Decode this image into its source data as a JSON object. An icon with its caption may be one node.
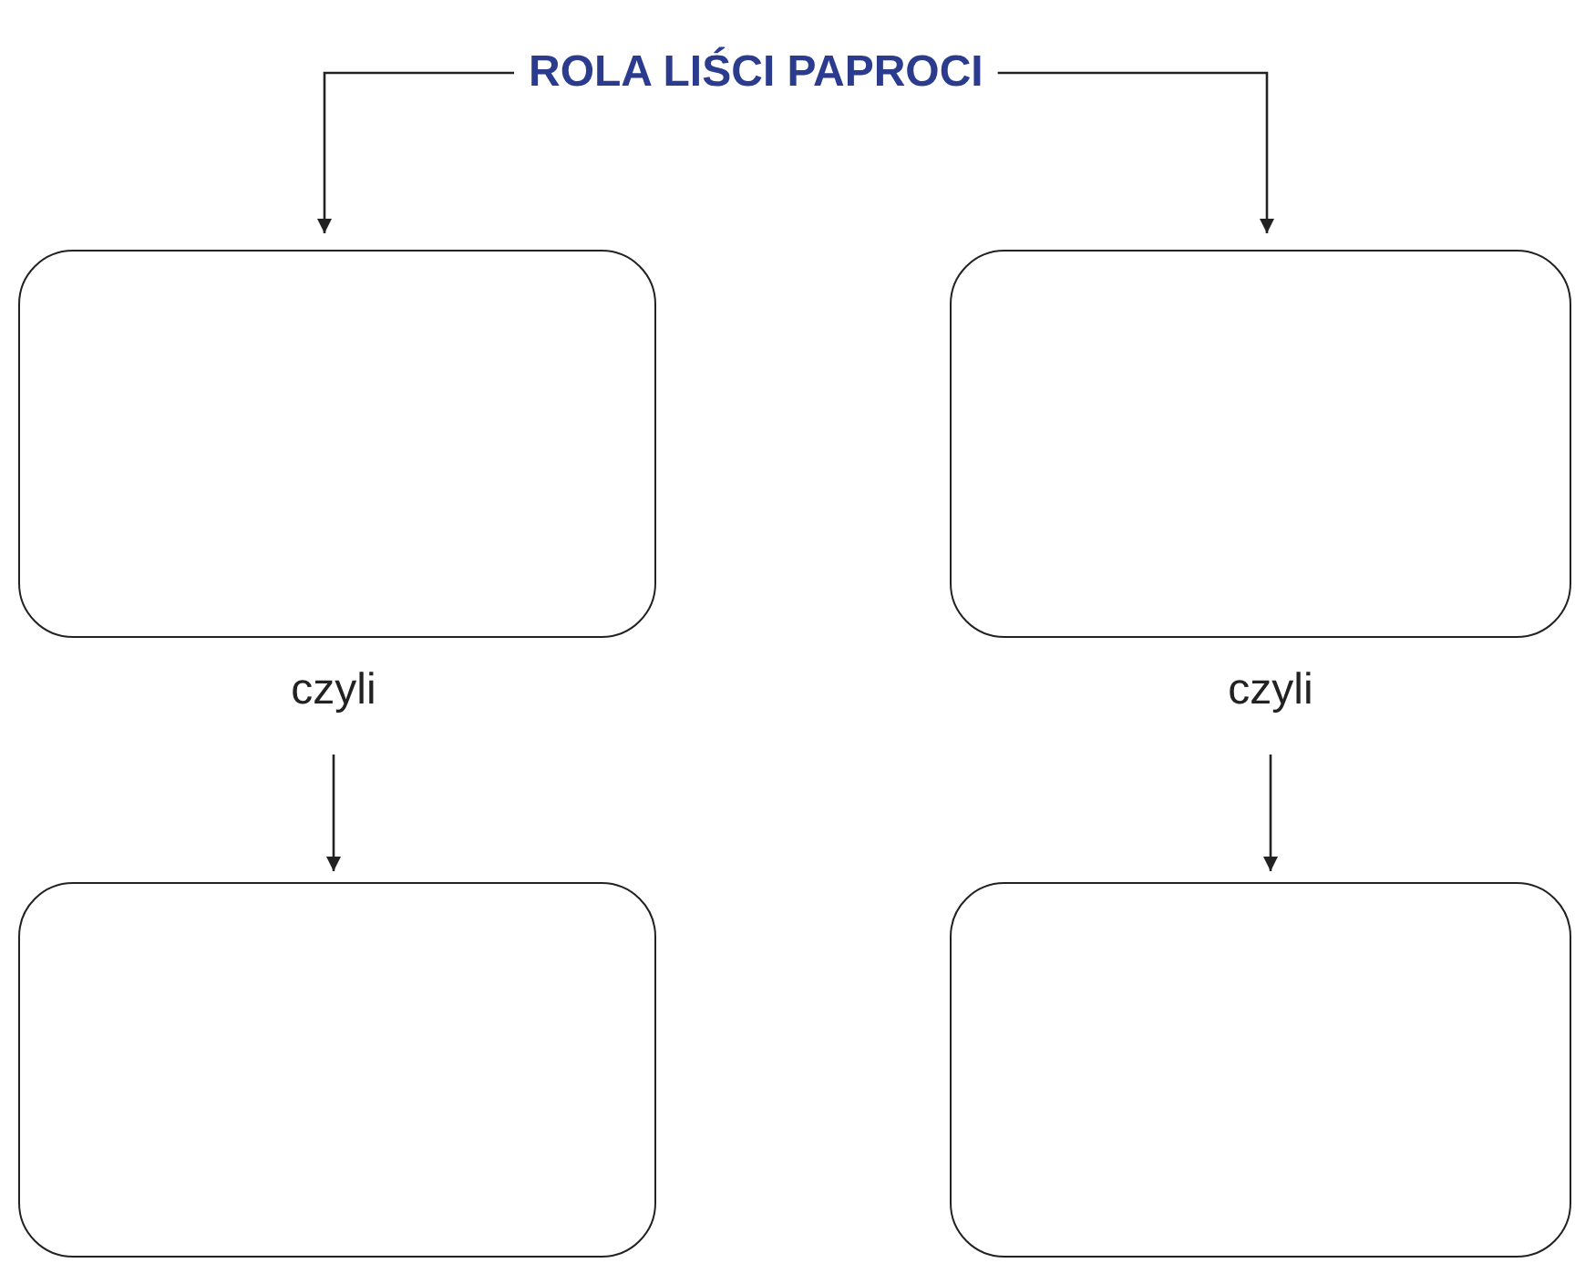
{
  "diagram": {
    "nodes": [
      {
        "text": [
          "ROLA LIŚCI PAPROCI"
        ]
      },
      {
        "text": [],
        "shape": "box"
      },
      {
        "text": [],
        "shape": "box"
      },
      {
        "text": [],
        "shape": "box"
      },
      {
        "text": [],
        "shape": "box"
      }
    ],
    "edges": [
      {
        "from": 0,
        "to": 1,
        "arrow": "to"
      },
      {
        "from": 0,
        "to": 2,
        "arrow": "to"
      },
      {
        "from": 1,
        "to": 3,
        "label": "czyli",
        "arrow": "to"
      },
      {
        "from": 2,
        "to": 4,
        "label": "czyli",
        "arrow": "to"
      }
    ]
  }
}
